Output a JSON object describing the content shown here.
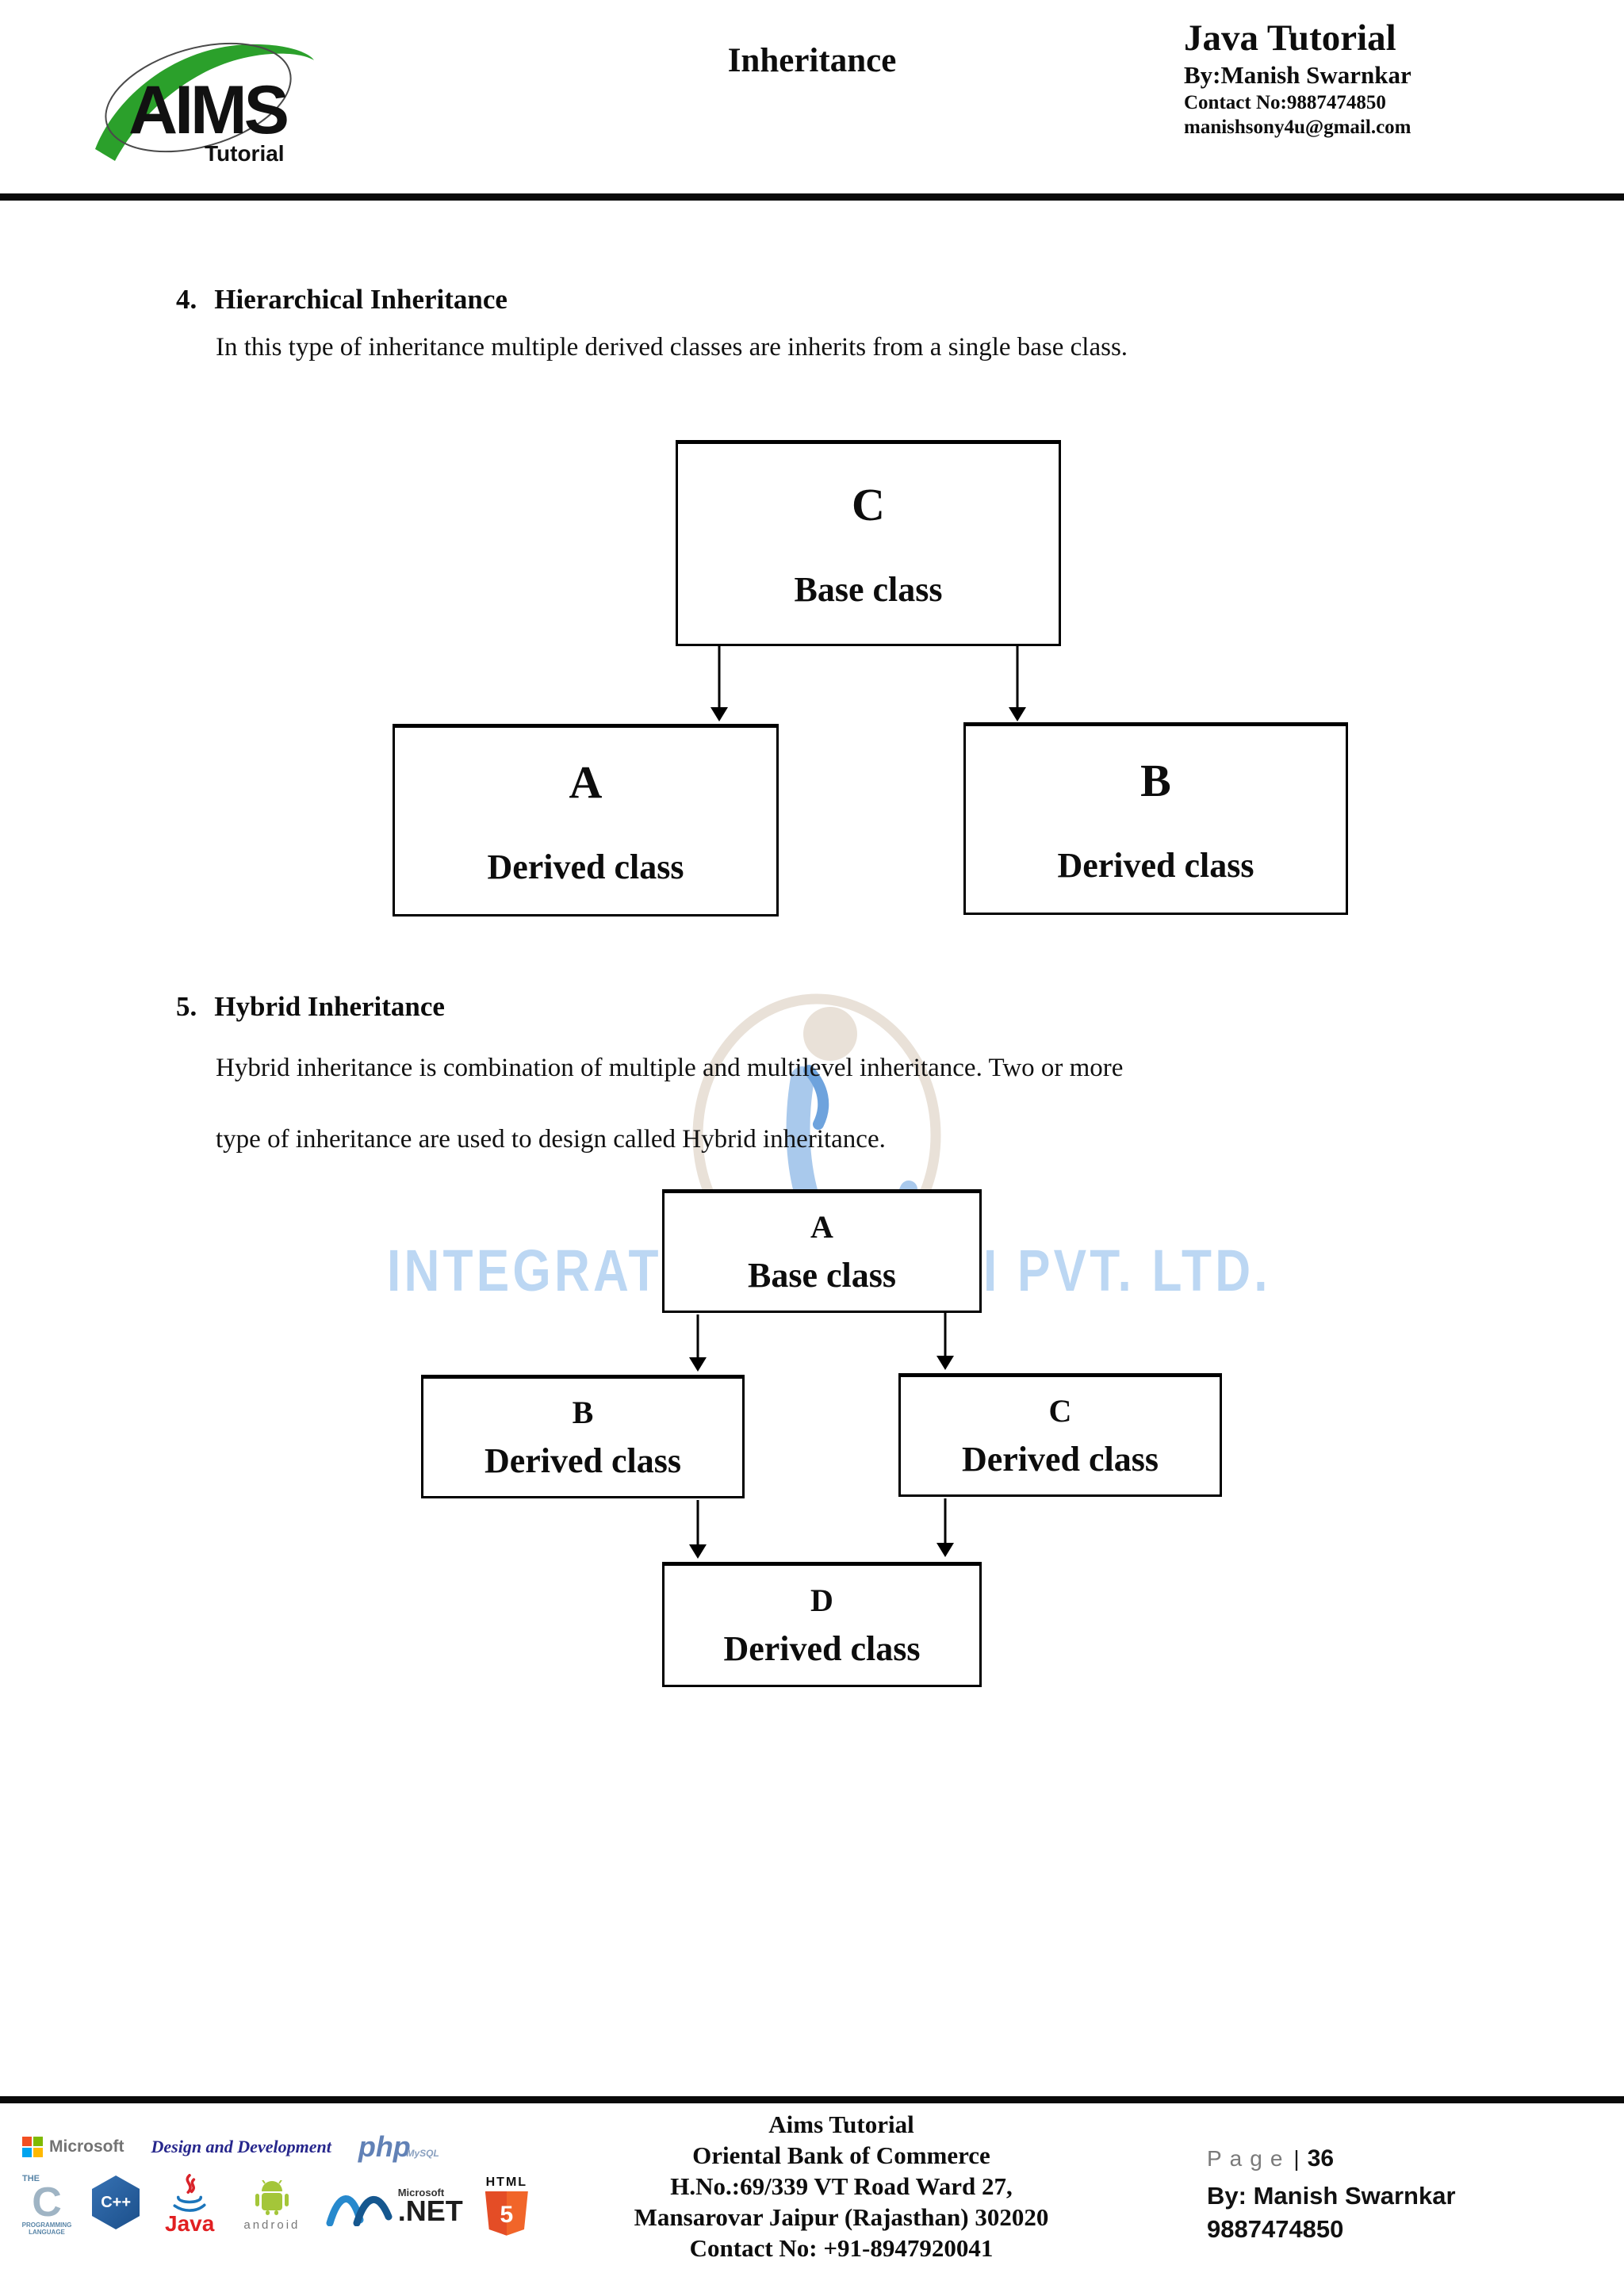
{
  "header": {
    "logo": {
      "brand": "AIMS",
      "sub": "Tutorial"
    },
    "title": "Inheritance",
    "right": {
      "line1": "Java Tutorial",
      "line2": "By:Manish Swarnkar",
      "line3": "Contact No:9887474850",
      "line4": "manishsony4u@gmail.com"
    }
  },
  "section4": {
    "number": "4.",
    "heading": "Hierarchical Inheritance",
    "body": "In this type of inheritance multiple derived classes are inherits from a single base class."
  },
  "section5": {
    "number": "5.",
    "heading": "Hybrid Inheritance",
    "body_line1": "Hybrid inheritance is combination of multiple and multilevel inheritance. Two or more",
    "body_line2": "type of inheritance are used to design called Hybrid inheritance."
  },
  "diagram1": {
    "boxes": [
      {
        "letter": "C",
        "label": "Base class"
      },
      {
        "letter": "A",
        "label": "Derived class"
      },
      {
        "letter": "B",
        "label": "Derived class"
      }
    ]
  },
  "diagram2": {
    "boxes": [
      {
        "letter": "A",
        "label": "Base class"
      },
      {
        "letter": "B",
        "label": "Derived class"
      },
      {
        "letter": "C",
        "label": "Derived class"
      },
      {
        "letter": "D",
        "label": "Derived class"
      }
    ]
  },
  "watermark": {
    "left_fragment": "INTEGRAT",
    "right_fragment": "I PVT. LTD.",
    "color": "#bcd7f3"
  },
  "footer": {
    "center": {
      "line1": "Aims Tutorial",
      "line2": "Oriental Bank of Commerce",
      "line3": "H.No.:69/339 VT Road Ward 27,",
      "line4": "Mansarovar Jaipur (Rajasthan) 302020",
      "line5": "Contact No: +91-8947920041"
    },
    "right": {
      "page_word": "Page",
      "pipe": "|",
      "page_number": "36",
      "by": "By: Manish Swarnkar",
      "phone": "9887474850"
    },
    "logos": {
      "microsoft": "Microsoft",
      "design": "Design and Development",
      "php": "php",
      "php_sub": "MySQL",
      "c_the": "THE",
      "c_letter": "C",
      "c_cap1": "PROGRAMMING",
      "c_cap2": "LANGUAGE",
      "cpp": "C++",
      "java": "Java",
      "android": "android",
      "dotnet_ms": "Microsoft",
      "dotnet_name": ".NET",
      "html_word": "HTML",
      "html_five": "5"
    }
  },
  "colors": {
    "aims_green": "#2ba02b",
    "watermark_blue": "#bcd7f3",
    "watermark_beige": "#e9e1d8",
    "html5_orange": "#e44d26",
    "net_blue": "#2789cd"
  }
}
